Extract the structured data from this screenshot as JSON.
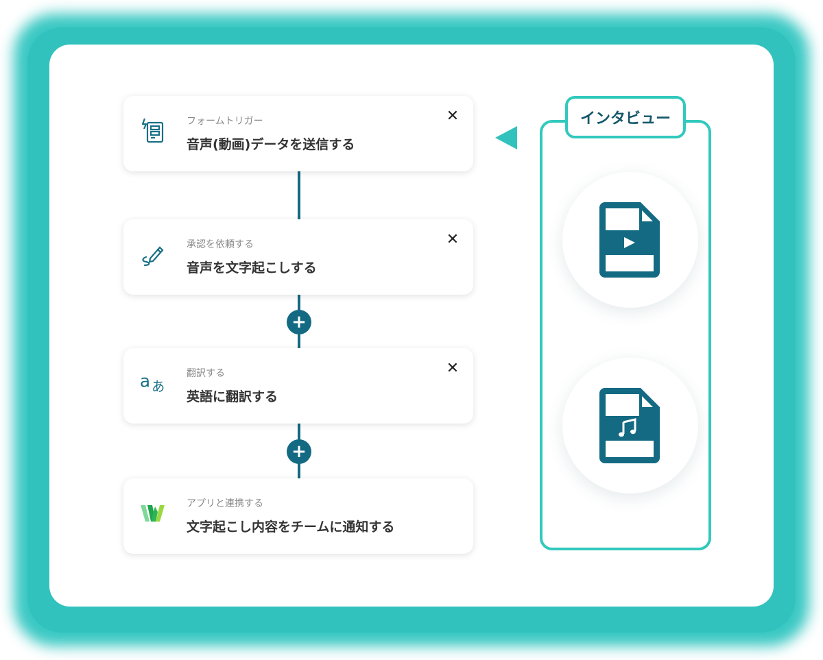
{
  "colors": {
    "accent_teal": "#32c2bd",
    "dark_teal": "#136a82",
    "label_text": "#16566a"
  },
  "flow": {
    "steps": [
      {
        "sub": "フォームトリガー",
        "main": "音声(動画)データを送信する",
        "icon": "form-trigger-icon",
        "close": "✕"
      },
      {
        "sub": "承認を依頼する",
        "main": "音声を文字起こしする",
        "icon": "pen-signature-icon",
        "close": "✕"
      },
      {
        "sub": "翻訳する",
        "main": "英語に翻訳する",
        "icon": "translate-icon",
        "close": "✕"
      },
      {
        "sub": "アプリと連携する",
        "main": "文字起こし内容をチームに通知する",
        "icon": "w-app-logo-icon"
      }
    ],
    "add_label": "+"
  },
  "interview": {
    "label": "インタビュー",
    "files": [
      {
        "icon": "video-file-icon"
      },
      {
        "icon": "audio-file-icon"
      }
    ]
  }
}
